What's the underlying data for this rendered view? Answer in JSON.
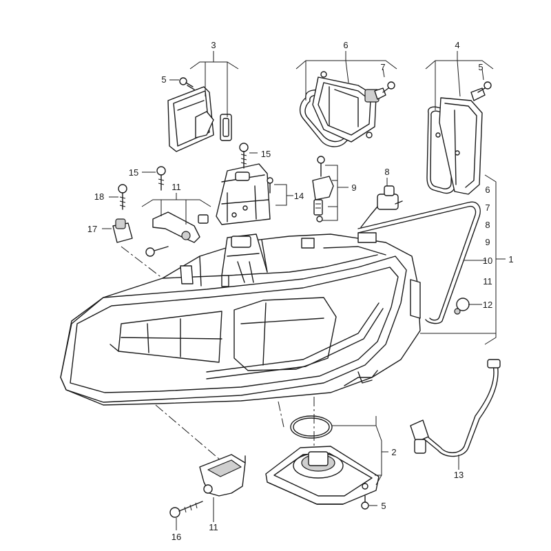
{
  "callouts": {
    "c1": "1",
    "c2": "2",
    "c3": "3",
    "c4": "4",
    "c5a": "5",
    "c5b": "5",
    "c5c": "5",
    "c6a": "6",
    "c6b": "6",
    "c7a": "7",
    "c7b": "7",
    "c8a": "8",
    "c8b": "8",
    "c9a": "9",
    "c9b": "9",
    "c10": "10",
    "c11a": "11",
    "c11b": "11",
    "c11c": "11",
    "c12": "12",
    "c13": "13",
    "c14": "14",
    "c15a": "15",
    "c15b": "15",
    "c16": "16",
    "c17": "17",
    "c18": "18"
  }
}
